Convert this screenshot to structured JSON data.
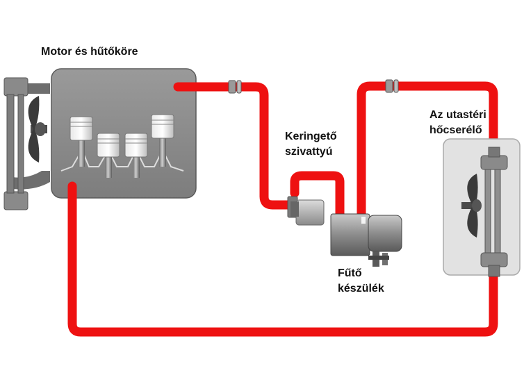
{
  "labels": {
    "engine": "Motor és hűtőköre",
    "pump_line1": "Keringető",
    "pump_line2": "szivattyú",
    "exchanger_line1": "Az utastéri",
    "exchanger_line2": "hőcserélő",
    "heater_line1": "Fűtő",
    "heater_line2": "készülék"
  },
  "colors": {
    "pipe": "#ee1111",
    "engine_body": "#8d8d8d",
    "radiator": "#7a7a7a",
    "heater_body": "#8a8a8a",
    "exchanger_bg": "#e2e2e2"
  }
}
